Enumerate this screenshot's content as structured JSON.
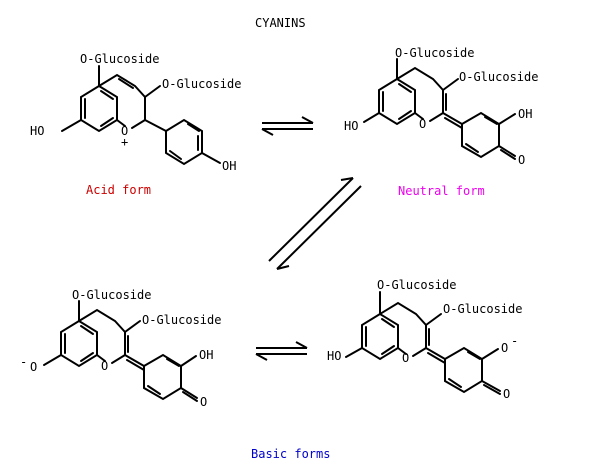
{
  "title": "CYANINS",
  "labels": {
    "o_glucoside": "O-Glucoside",
    "ho": "HO",
    "oh": "OH",
    "o": "O",
    "plus": "+",
    "minus": "-"
  },
  "captions": {
    "acid": "Acid form",
    "neutral": "Neutral form",
    "basic": "Basic forms"
  },
  "colors": {
    "acid": "#cc0000",
    "neutral": "#ee00ee",
    "basic": "#0000cc",
    "ink": "#000000"
  }
}
